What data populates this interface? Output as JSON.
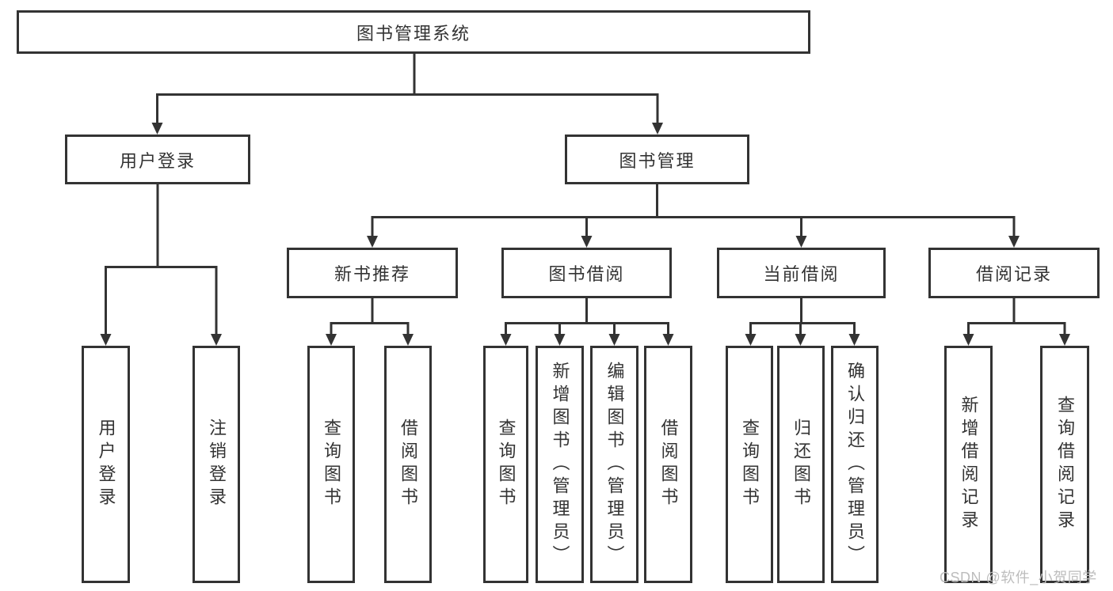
{
  "diagram_type": "functional-structure-tree",
  "colors": {
    "background": "#ffffff",
    "line": "#333333",
    "box_border": "#333333",
    "text": "#333333",
    "watermark_text": "#bdbdbd"
  },
  "tree": {
    "label": "图书管理系统",
    "children": [
      {
        "label": "用户登录",
        "children": [
          {
            "label": "用户登录"
          },
          {
            "label": "注销登录"
          }
        ]
      },
      {
        "label": "图书管理",
        "children": [
          {
            "label": "新书推荐",
            "children": [
              {
                "label": "查询图书"
              },
              {
                "label": "借阅图书"
              }
            ]
          },
          {
            "label": "图书借阅",
            "children": [
              {
                "label": "查询图书"
              },
              {
                "label": "新增图书（管理员）"
              },
              {
                "label": "编辑图书（管理员）"
              },
              {
                "label": "借阅图书"
              }
            ]
          },
          {
            "label": "当前借阅",
            "children": [
              {
                "label": "查询图书"
              },
              {
                "label": "归还图书"
              },
              {
                "label": "确认归还（管理员）"
              }
            ]
          },
          {
            "label": "借阅记录",
            "children": [
              {
                "label": "新增借阅记录"
              },
              {
                "label": "查询借阅记录"
              }
            ]
          }
        ]
      }
    ]
  },
  "watermark": {
    "text": "CSDN @软件_小贺同学"
  }
}
